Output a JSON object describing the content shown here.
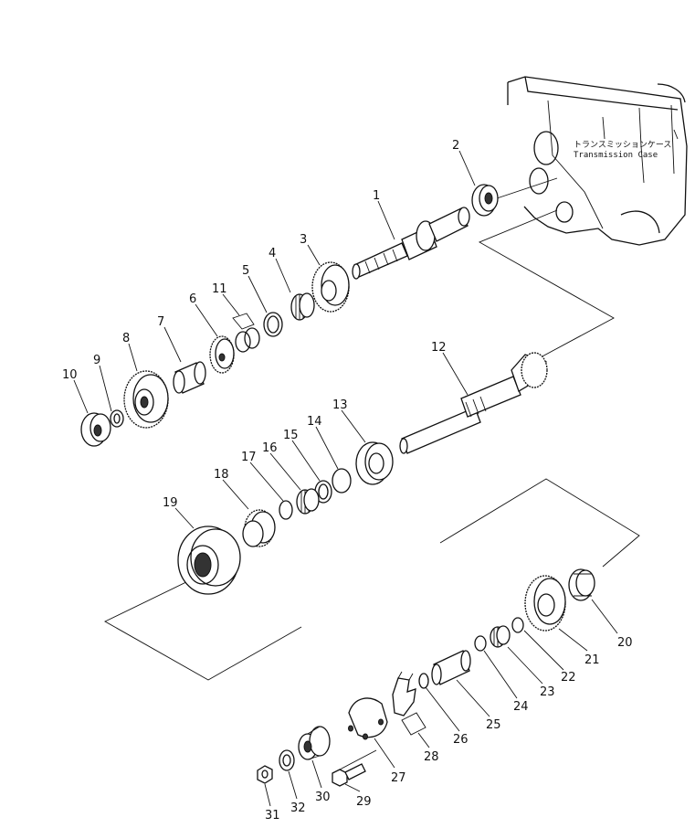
{
  "case_label_jp": "トランスミッションケース",
  "case_label_en": "Transmission Case",
  "callouts": [
    "1",
    "2",
    "3",
    "4",
    "5",
    "6",
    "7",
    "8",
    "9",
    "10",
    "11",
    "12",
    "13",
    "14",
    "15",
    "16",
    "17",
    "18",
    "19",
    "20",
    "21",
    "22",
    "23",
    "24",
    "25",
    "26",
    "27",
    "28",
    "29",
    "30",
    "31",
    "32"
  ]
}
